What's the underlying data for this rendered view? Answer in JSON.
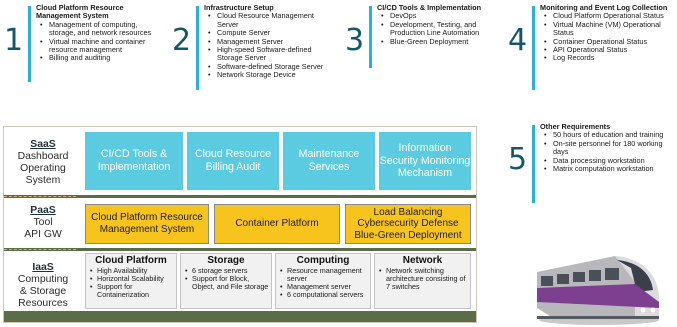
{
  "requirements": [
    {
      "num": "1",
      "title": "Cloud Platform Resource Management System",
      "items": [
        "Management of computing, storage, and network resources",
        "Virtual machine and container resource management",
        "Billing and auditing"
      ]
    },
    {
      "num": "2",
      "title": "Infrastructure Setup",
      "items": [
        "Cloud Resource Management Server",
        "Compute Server",
        "Management Server",
        "High-speed Software-defined Storage Server",
        "Software-defined Storage Server",
        "Network Storage Device"
      ]
    },
    {
      "num": "3",
      "title": "CI/CD Tools & Implementation",
      "items": [
        "DevOps",
        "Development, Testing, and Production Line Automation",
        "Blue-Green Deployment"
      ]
    },
    {
      "num": "4",
      "title": "Monitoring and Event Log Collection",
      "items": [
        "Cloud Platform Operational Status",
        "Virtual Machine (VM) Operational Status",
        "Container Operational Status",
        "API Operational Status",
        "Log Records"
      ]
    },
    {
      "num": "5",
      "title": "Other Requirements",
      "items": [
        "50 hours of education and training",
        "On-site personnel for 180 working days",
        "Data processing workstation",
        "Matrix computation workstation"
      ]
    }
  ],
  "tiers": {
    "saas": {
      "abbr": "SaaS",
      "line1": "Dashboard",
      "line2": "Operating",
      "line3": "System",
      "boxes": [
        "CI/CD Tools & Implementation",
        "Cloud Resource Billing Audit",
        "Maintenance Services",
        "Information Security Monitoring Mechanism"
      ]
    },
    "paas": {
      "abbr": "PaaS",
      "line1": "Tool",
      "line2": "API GW",
      "boxes": [
        "Cloud Platform Resource Management System",
        "Container Platform",
        "Load Balancing Cybersecurity Defense Blue-Green Deployment"
      ]
    },
    "iaas": {
      "abbr": "IaaS",
      "line1": "Computing",
      "line2": "& Storage",
      "line3": "Resources",
      "boxes": [
        {
          "title": "Cloud Platform",
          "items": [
            "High Availability",
            "Horizontal Scalability",
            "Support for Containerization"
          ]
        },
        {
          "title": "Storage",
          "items": [
            "6 storage servers",
            "Support for Block, Object, and File storage"
          ]
        },
        {
          "title": "Computing",
          "items": [
            "Resource management server",
            "Management server",
            "6 computational servers"
          ]
        },
        {
          "title": "Network",
          "items": [
            "Network switching architecture consisting of 7 switches"
          ]
        }
      ]
    }
  },
  "colors": {
    "accent": "#1fb6d9",
    "saas": "#5bcbe2",
    "paas": "#f7c41d",
    "stack_bg": "#5c6b48"
  }
}
